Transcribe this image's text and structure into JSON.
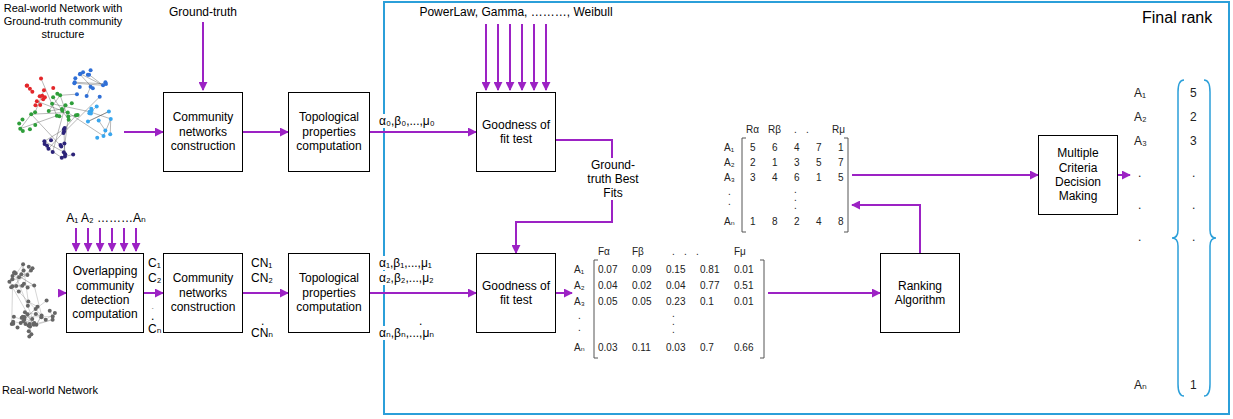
{
  "diagram": {
    "nodes": [
      {
        "text": [
          "Real-world Network with Ground-truth community structure"
        ]
      },
      {
        "text": [
          "Community networks construction"
        ]
      },
      {
        "text": [
          "Topological properties computation"
        ]
      },
      {
        "text": [
          "Goodness of fit test"
        ]
      },
      {
        "text": [
          "Real-world Network"
        ]
      },
      {
        "text": [
          "Overlapping community detection computation"
        ]
      },
      {
        "text": [
          "Community networks construction"
        ]
      },
      {
        "text": [
          "Topological properties computation"
        ]
      },
      {
        "text": [
          "Goodness of fit test"
        ]
      },
      {
        "text": [
          "Fα",
          "Fβ",
          ".",
          ".",
          ".",
          "Fμ",
          "A₁",
          "0.07",
          "0.09",
          "0.15",
          "0.81",
          "0.01",
          "A₂",
          "0.04",
          "0.02",
          "0.04",
          "0.77",
          "0.51",
          "A₃",
          "0.05",
          "0.05",
          "0.23",
          "0.1",
          "0.01",
          ".",
          ".",
          ".",
          ".",
          ".",
          "Aₙ",
          "0.03",
          "0.11",
          "0.03",
          "0.7",
          "0.66"
        ]
      },
      {
        "text": [
          "Ranking Algorithm"
        ]
      },
      {
        "text": [
          "Rα",
          "Rβ",
          ".",
          ".",
          "Rμ",
          "A₁",
          "5",
          "6",
          "4",
          "7",
          "1",
          "A₂",
          "2",
          "1",
          "3",
          "5",
          "7",
          "A₃",
          "3",
          "4",
          "6",
          "1",
          "5",
          ".",
          ".",
          ".",
          ".",
          ".",
          "Aₙ",
          "1",
          "8",
          "2",
          "4",
          "8"
        ]
      },
      {
        "text": [
          "Multiple Criteria Decision Making"
        ]
      },
      {
        "text": [
          "Final rank",
          "A₁",
          "5",
          "A₂",
          "2",
          "A₃",
          "3",
          ".",
          ".",
          ".",
          ".",
          ".",
          ".",
          "Aₙ",
          "1"
        ]
      }
    ],
    "edges": [
      {
        "from": 0,
        "to": 1,
        "arrow": "to"
      },
      {
        "from": 1,
        "to": 2,
        "arrow": "to"
      },
      {
        "from": 2,
        "to": 3,
        "label": "α₀,β₀,...,μ₀",
        "arrow": "to"
      },
      {
        "from": 3,
        "to": 8,
        "label": "Ground-truth Best Fits",
        "arrow": "to"
      },
      {
        "from": 4,
        "to": 5,
        "arrow": "to"
      },
      {
        "from": 5,
        "to": 6,
        "arrow": "to"
      },
      {
        "from": 6,
        "to": 7,
        "arrow": "to"
      },
      {
        "from": 7,
        "to": 8,
        "arrow": "to"
      },
      {
        "from": 8,
        "to": 9,
        "arrow": "to"
      },
      {
        "from": 9,
        "to": 10,
        "arrow": "to"
      },
      {
        "from": 10,
        "to": 11,
        "arrow": "to"
      },
      {
        "from": 11,
        "to": 12,
        "arrow": "to"
      },
      {
        "from": 12,
        "to": 13,
        "arrow": "to"
      }
    ],
    "labels": [
      "Ground-truth",
      "PowerLaw, Gamma, ………, Weibull",
      "A₁ A₂ ………Aₙ",
      "C₁",
      "C₂",
      ".",
      ".",
      "Cₙ",
      "CN₁",
      "CN₂",
      ".",
      ".",
      ".",
      "CNₙ",
      "α₁,β₁,...,μ₁",
      "α₂,β₂,...,μ₂",
      ".",
      ".",
      ".",
      "αₙ,βₙ,...,μₙ"
    ]
  }
}
